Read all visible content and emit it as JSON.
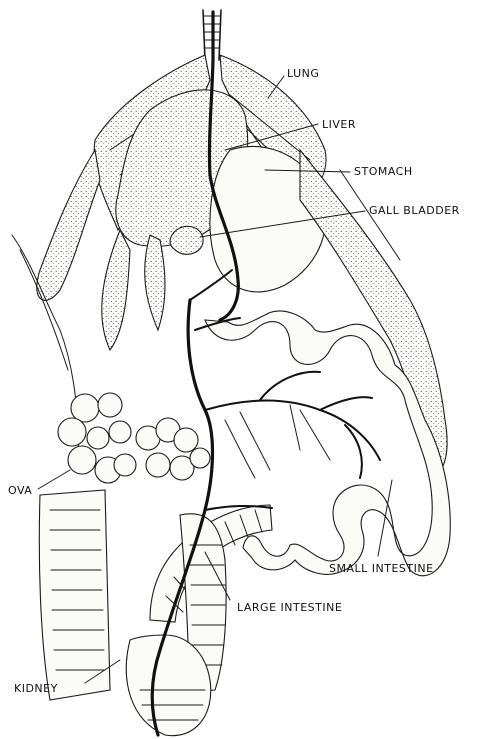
{
  "labels": {
    "lung": "LUNG",
    "liver": "LIVER",
    "stomach": "STOMACH",
    "gall_bladder": "GALL BLADDER",
    "ova": "OVA",
    "small_intestine": "SMALL INTESTINE",
    "large_intestine": "LARGE INTESTINE",
    "kidney": "KIDNEY"
  },
  "colors": {
    "ink": "#1a1a1a",
    "paper": "#ffffff"
  }
}
